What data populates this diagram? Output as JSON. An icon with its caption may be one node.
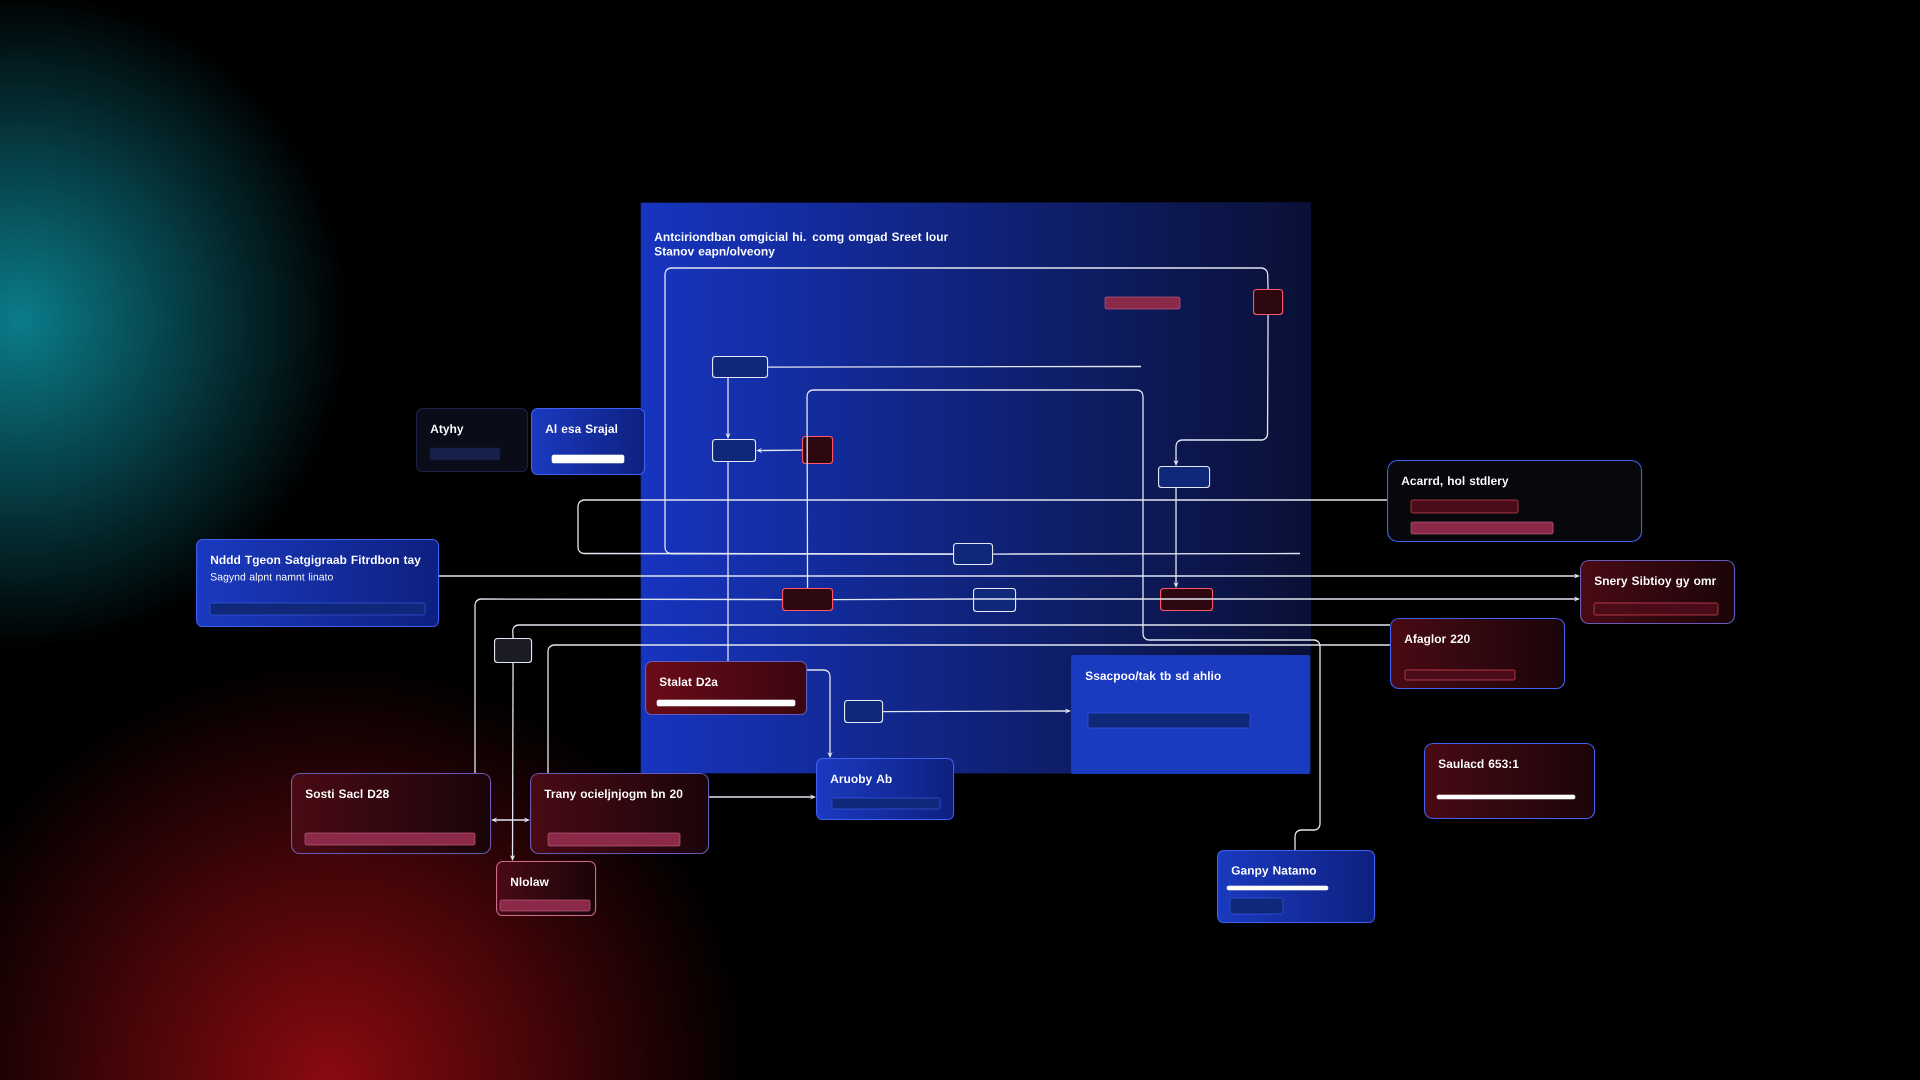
{
  "diagram": {
    "nodes": [
      {
        "text": [
          "Antciriondban omgicial hi. comg omgad Sreet lour Stanov eapn/olveony"
        ]
      },
      {
        "text": [],
        "shape": "box",
        "in": 0
      },
      {
        "text": [],
        "shape": "box",
        "in": 0
      },
      {
        "text": [],
        "shape": "box",
        "in": 0
      },
      {
        "text": [],
        "shape": "box",
        "in": 0
      },
      {
        "text": [],
        "shape": "box",
        "in": 0
      },
      {
        "text": [],
        "shape": "box",
        "in": 0
      },
      {
        "text": [],
        "shape": "box",
        "in": 0
      },
      {
        "text": [],
        "shape": "box",
        "in": 0
      },
      {
        "text": [],
        "shape": "box",
        "in": 0
      },
      {
        "text": [],
        "shape": "box"
      },
      {
        "text": [],
        "shape": "box",
        "in": 0
      },
      {
        "text": [
          "Atyhy"
        ]
      },
      {
        "text": [
          "Al esa Srajal"
        ]
      },
      {
        "text": [
          "Nddd Tgeon Satgigraab Fitrdbon tay",
          "Sagynd alpnt namnt linato"
        ]
      },
      {
        "text": [
          "Sosti Sacl D28"
        ]
      },
      {
        "text": [
          "Trany ocieljnjogm bn 20"
        ]
      },
      {
        "text": [
          "Nlolaw"
        ]
      },
      {
        "text": [
          "Stalat D2a"
        ],
        "in": 0
      },
      {
        "text": [
          "Aruoby Ab"
        ]
      },
      {
        "text": [
          "Ssacpoo/tak tb sd ahlio"
        ],
        "in": 0
      },
      {
        "text": [
          "Acarrd, hol stdlery"
        ]
      },
      {
        "text": [
          "Snery Sibtioy gy omr"
        ]
      },
      {
        "text": [
          "Afaglor 220"
        ]
      },
      {
        "text": [
          "Saulacd 653:1"
        ]
      },
      {
        "text": [
          "Ganpy Natamo"
        ]
      }
    ],
    "edges": [
      {
        "from": 1,
        "to": 2,
        "arrow": "to"
      },
      {
        "from": 3,
        "to": 2,
        "arrow": "to"
      },
      {
        "from": 1,
        "to": null,
        "arrow": "none"
      },
      {
        "from": 4,
        "to": 5,
        "arrow": "to"
      },
      {
        "from": 5,
        "to": 9,
        "arrow": "to"
      },
      {
        "from": 4,
        "to": 6,
        "arrow": "none"
      },
      {
        "from": 6,
        "to": 21,
        "arrow": "none"
      },
      {
        "from": 6,
        "to": null,
        "arrow": "none"
      },
      {
        "from": 15,
        "to": 7,
        "arrow": "none"
      },
      {
        "from": 7,
        "to": 8,
        "arrow": "none"
      },
      {
        "from": 8,
        "to": 9,
        "arrow": "none"
      },
      {
        "from": 9,
        "to": 22,
        "arrow": "to"
      },
      {
        "from": 14,
        "to": 22,
        "arrow": "to"
      },
      {
        "from": 10,
        "to": 23,
        "arrow": "none"
      },
      {
        "from": 16,
        "to": 23,
        "arrow": "none"
      },
      {
        "from": 10,
        "to": 17,
        "arrow": "to"
      },
      {
        "from": 16,
        "to": 19,
        "arrow": "to"
      },
      {
        "from": 15,
        "to": 16,
        "arrow": "both"
      },
      {
        "from": 18,
        "to": 19,
        "arrow": "to"
      },
      {
        "from": 11,
        "to": 20,
        "arrow": "to"
      },
      {
        "from": 2,
        "to": 18,
        "arrow": "none"
      },
      {
        "from": 7,
        "to": 25,
        "arrow": "none"
      }
    ]
  }
}
